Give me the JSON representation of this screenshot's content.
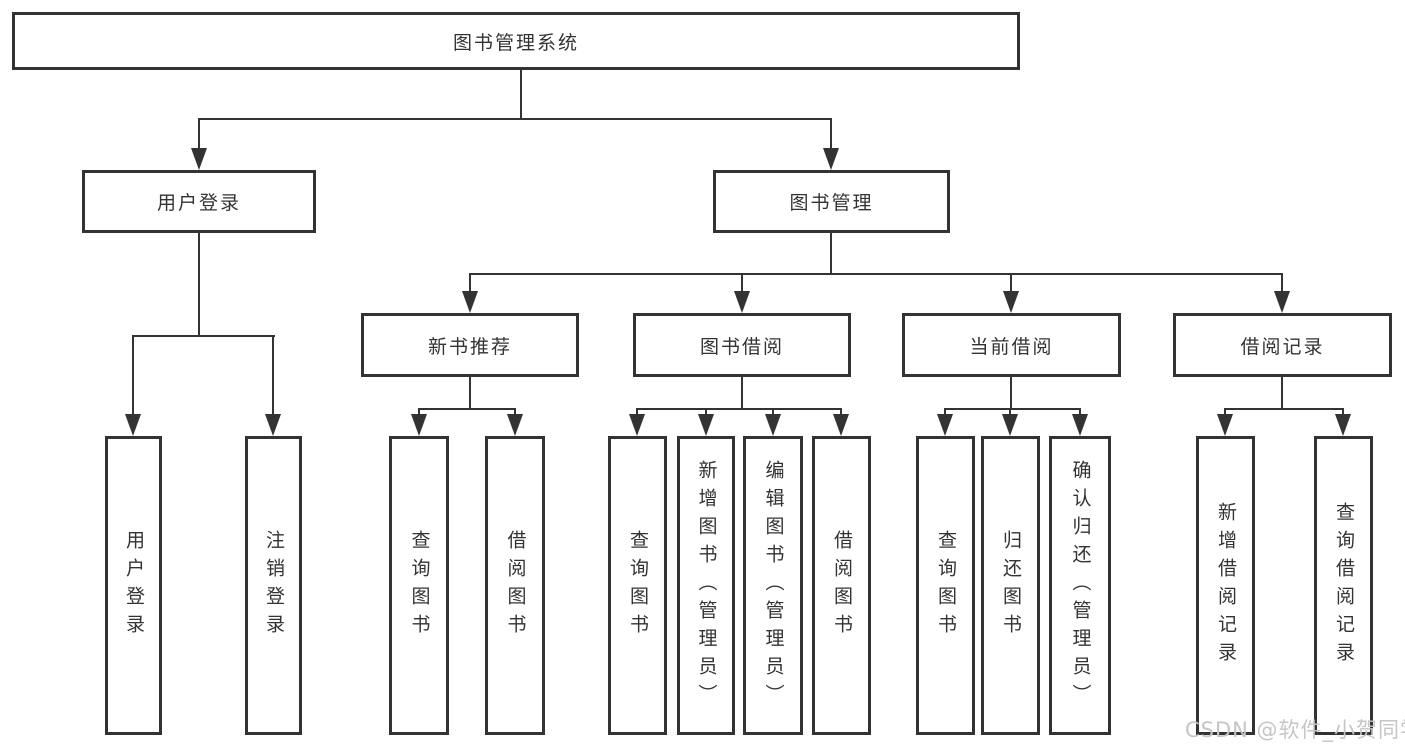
{
  "tree": {
    "root": {
      "label": "图书管理系统"
    },
    "l2": [
      {
        "label": "用户登录"
      },
      {
        "label": "图书管理"
      }
    ],
    "l3": [
      {
        "label": "新书推荐"
      },
      {
        "label": "图书借阅"
      },
      {
        "label": "当前借阅"
      },
      {
        "label": "借阅记录"
      }
    ],
    "leaves": {
      "user_login": [
        {
          "label": "用户登录"
        },
        {
          "label": "注销登录"
        }
      ],
      "new_books": [
        {
          "label": "查询图书"
        },
        {
          "label": "借阅图书"
        }
      ],
      "book_borrow": [
        {
          "label": "查询图书"
        },
        {
          "label": "新增图书（管理员）"
        },
        {
          "label": "编辑图书（管理员）"
        },
        {
          "label": "借阅图书"
        }
      ],
      "current_borrow": [
        {
          "label": "查询图书"
        },
        {
          "label": "归还图书"
        },
        {
          "label": "确认归还（管理员）"
        }
      ],
      "borrow_records": [
        {
          "label": "新增借阅记录"
        },
        {
          "label": "查询借阅记录"
        }
      ]
    }
  },
  "watermark": "CSDN @软件_小贺同学",
  "colors": {
    "line": "#333333",
    "text": "#333333",
    "background": "#ffffff",
    "watermark": "#c6c6c6"
  }
}
